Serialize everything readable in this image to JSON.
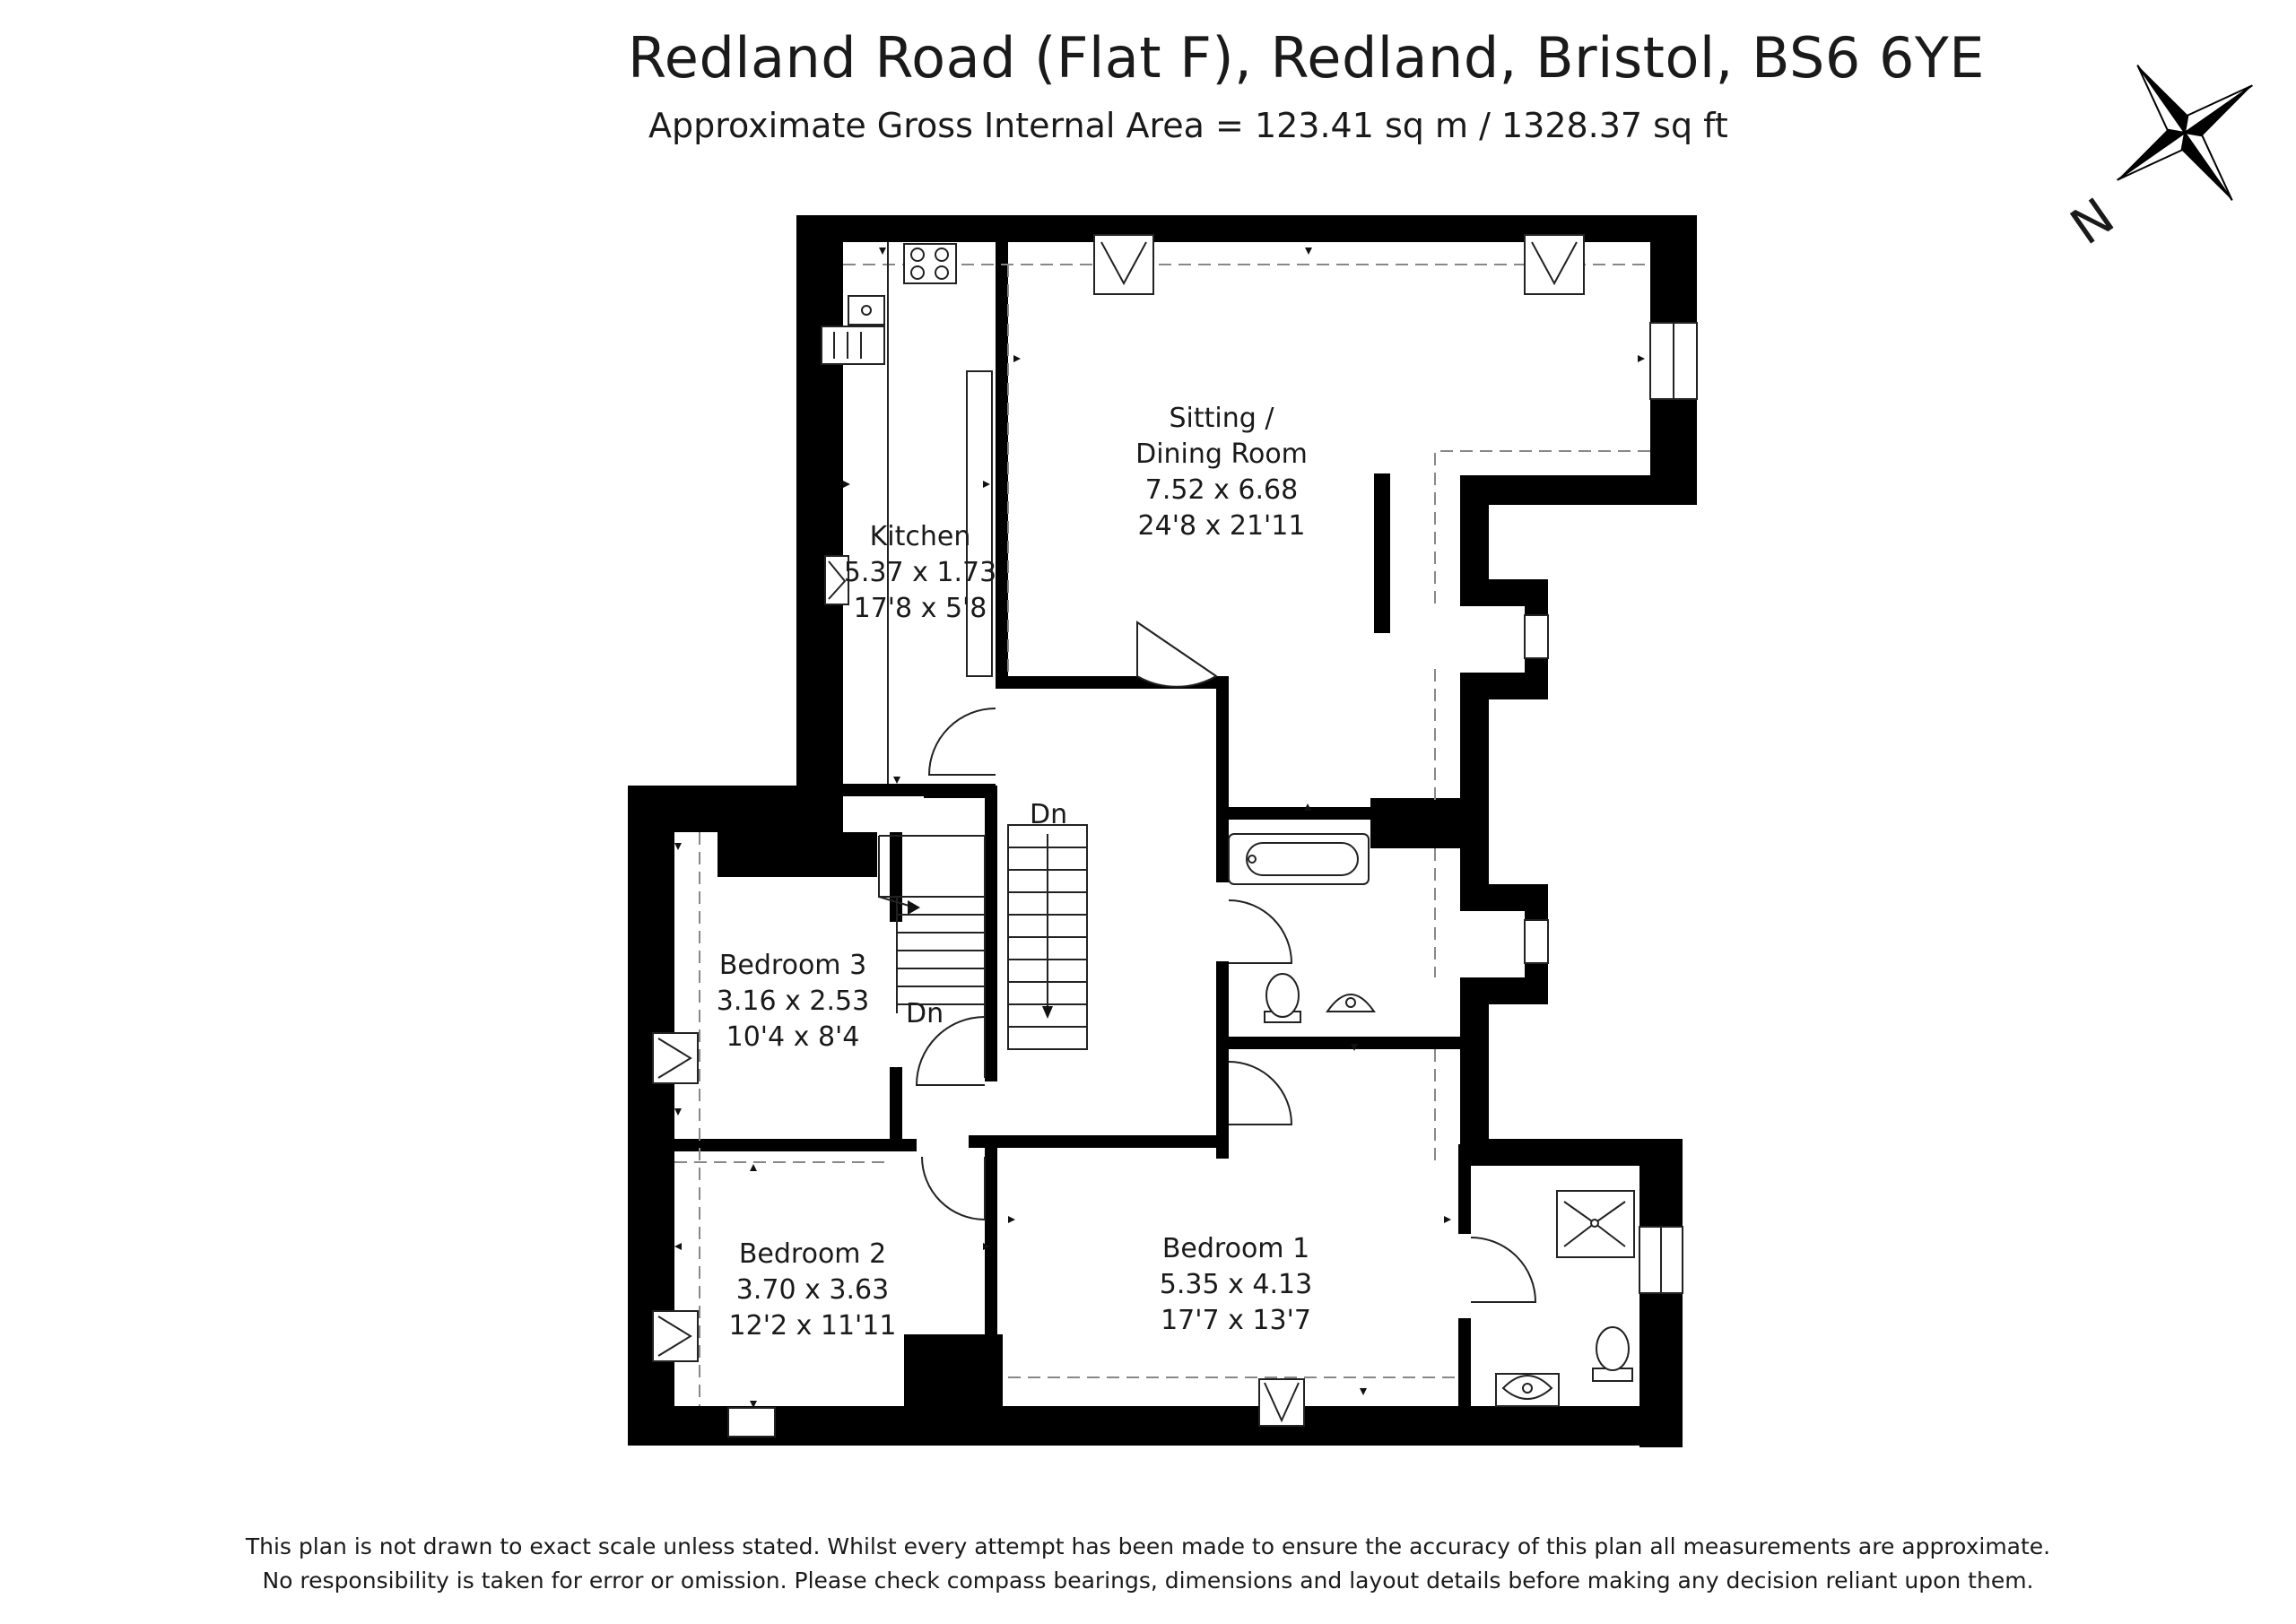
{
  "header": {
    "title": "Redland Road (Flat F), Redland, Bristol, BS6 6YE",
    "subtitle": "Approximate Gross Internal Area = 123.41 sq m / 1328.37 sq ft"
  },
  "compass": {
    "letter": "N"
  },
  "rooms": [
    {
      "name": "Sitting /",
      "name2": "Dining Room",
      "metric": "7.52 x 6.68",
      "imperial": "24'8 x 21'11"
    },
    {
      "name": "Kitchen",
      "metric": "5.37 x 1.73",
      "imperial": "17'8 x 5'8"
    },
    {
      "name": "Bedroom 3",
      "metric": "3.16 x 2.53",
      "imperial": "10'4 x 8'4"
    },
    {
      "name": "Bedroom 2",
      "metric": "3.70 x 3.63",
      "imperial": "12'2 x 11'11"
    },
    {
      "name": "Bedroom 1",
      "metric": "5.35 x 4.13",
      "imperial": "17'7 x 13'7"
    }
  ],
  "stairs": {
    "upper_label": "Dn",
    "lower_label": "Dn"
  },
  "disclaimer": {
    "line1": "This plan is not drawn to exact scale unless stated.  Whilst every attempt has been made to ensure the accuracy of this plan all measurements are approximate.",
    "line2": "No responsibility is taken for error or omission.  Please check compass bearings, dimensions and layout details before making any decision reliant upon them."
  }
}
